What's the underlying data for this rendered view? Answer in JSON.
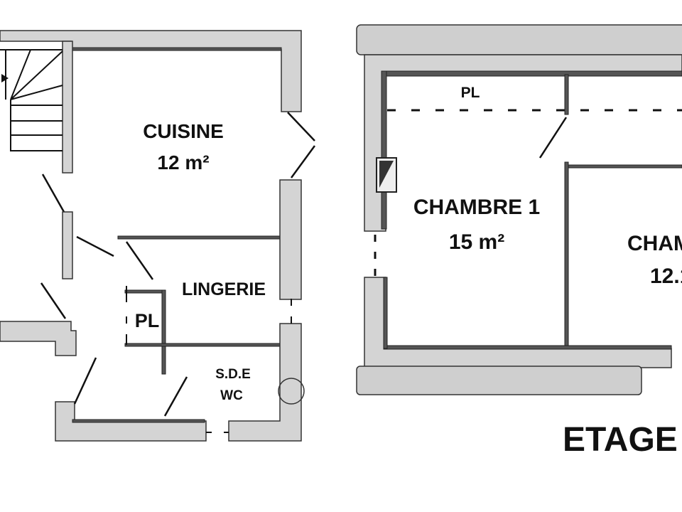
{
  "ground_floor": {
    "rooms": [
      {
        "name": "CUISINE",
        "area": "12 m²"
      },
      {
        "name": "LINGERIE"
      },
      {
        "name": "PL"
      },
      {
        "name": "S.D.E",
        "area": "WC"
      }
    ]
  },
  "upper_floor": {
    "title": "ETAGE",
    "rooms": [
      {
        "name": "PL"
      },
      {
        "name": "CHAMBRE 1",
        "area": "15 m²"
      },
      {
        "name": "CHAM",
        "area": "12.1"
      }
    ]
  }
}
